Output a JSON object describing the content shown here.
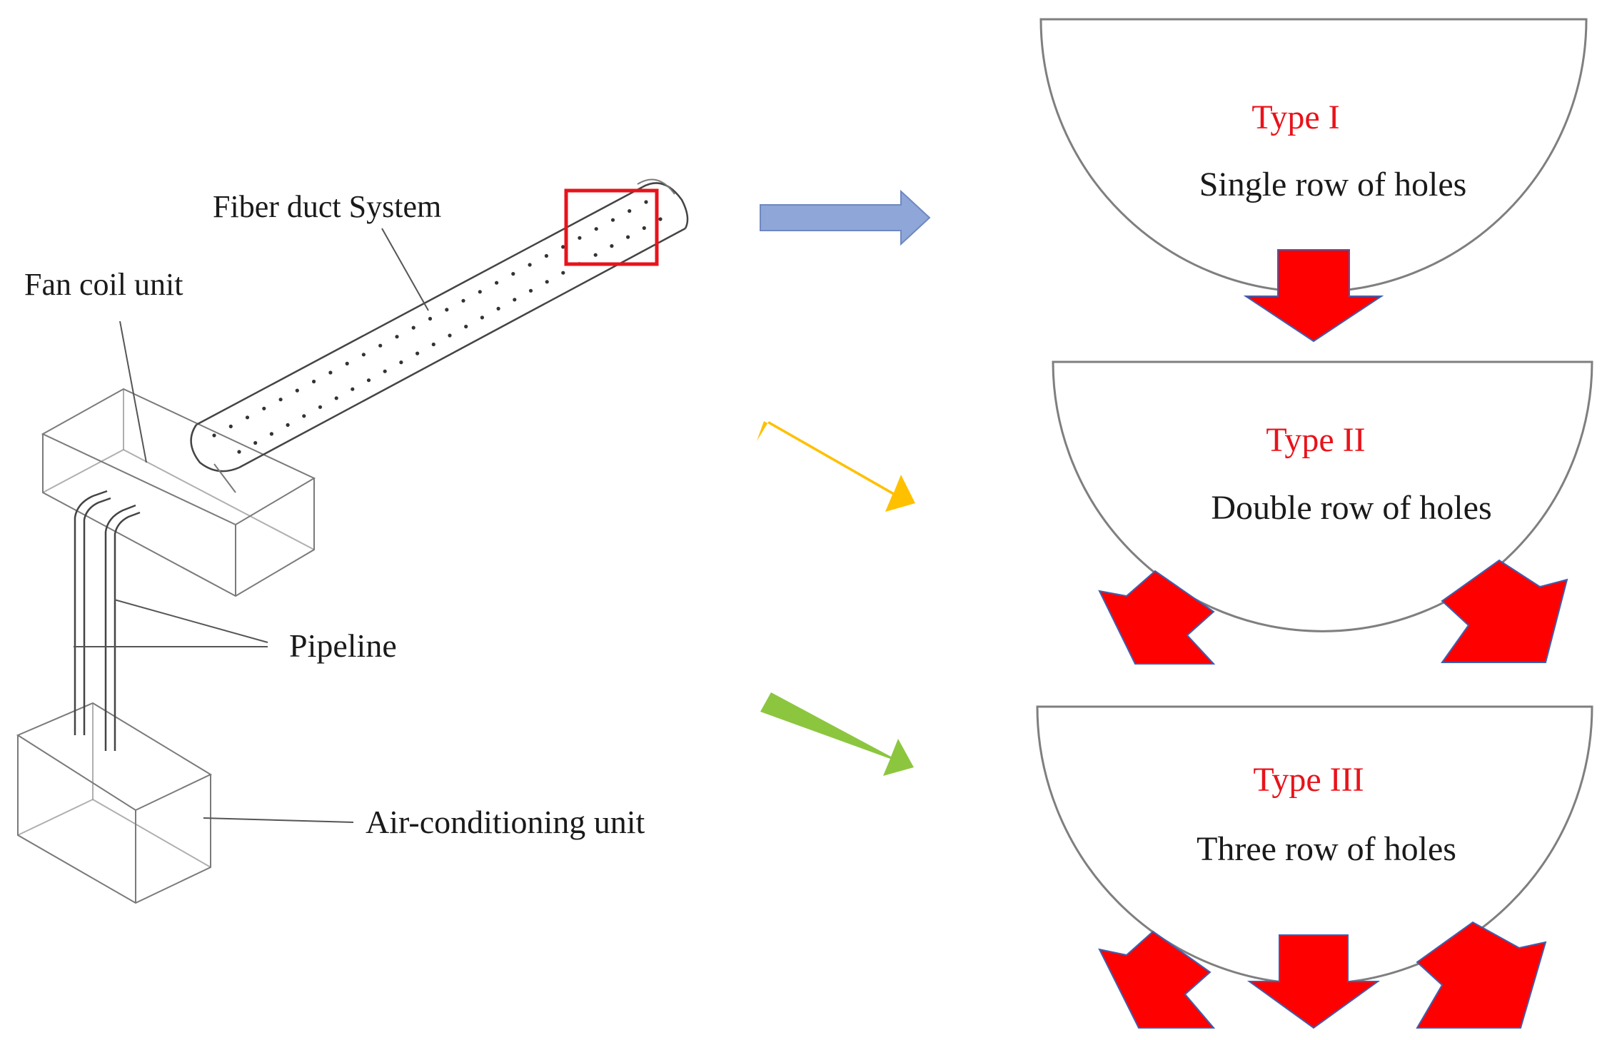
{
  "labels": {
    "fiber_duct": "Fiber duct System",
    "fan_coil": "Fan coil unit",
    "pipeline": "Pipeline",
    "air_conditioning": "Air-conditioning unit"
  },
  "types": [
    {
      "title": "Type I",
      "description": "Single row of holes",
      "jet_count": 1,
      "arrow_color": "#8ea6d8"
    },
    {
      "title": "Type II",
      "description": "Double row of holes",
      "jet_count": 2,
      "arrow_color": "#ffc000"
    },
    {
      "title": "Type III",
      "description": "Three row of holes",
      "jet_count": 3,
      "arrow_color": "#8cc63f"
    }
  ],
  "colors": {
    "type_title": "#e8131b",
    "jet_arrow": "#ff0000",
    "highlight_box": "#e8131b"
  }
}
